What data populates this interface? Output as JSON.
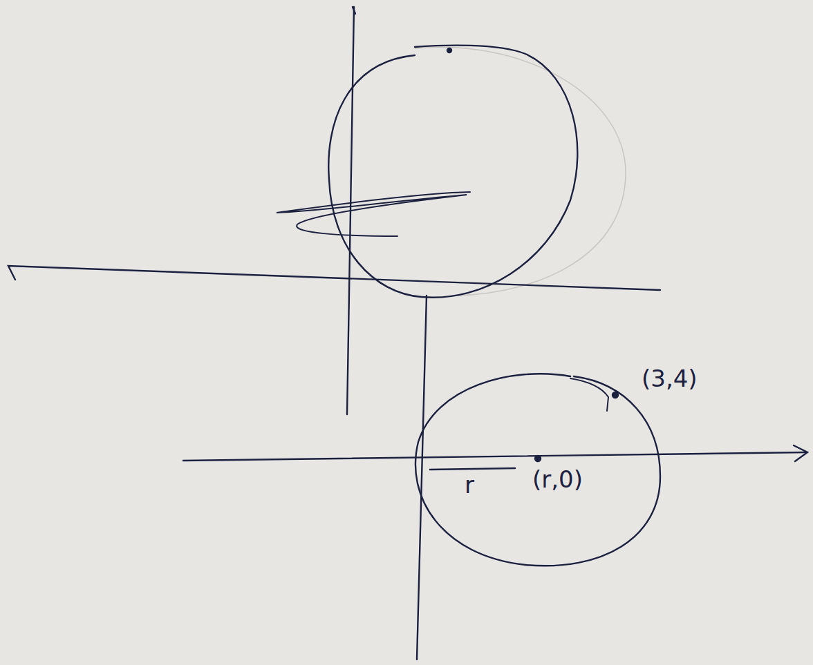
{
  "diagram": {
    "labels": [
      "(3,4)",
      "r",
      "(r,0)"
    ]
  }
}
